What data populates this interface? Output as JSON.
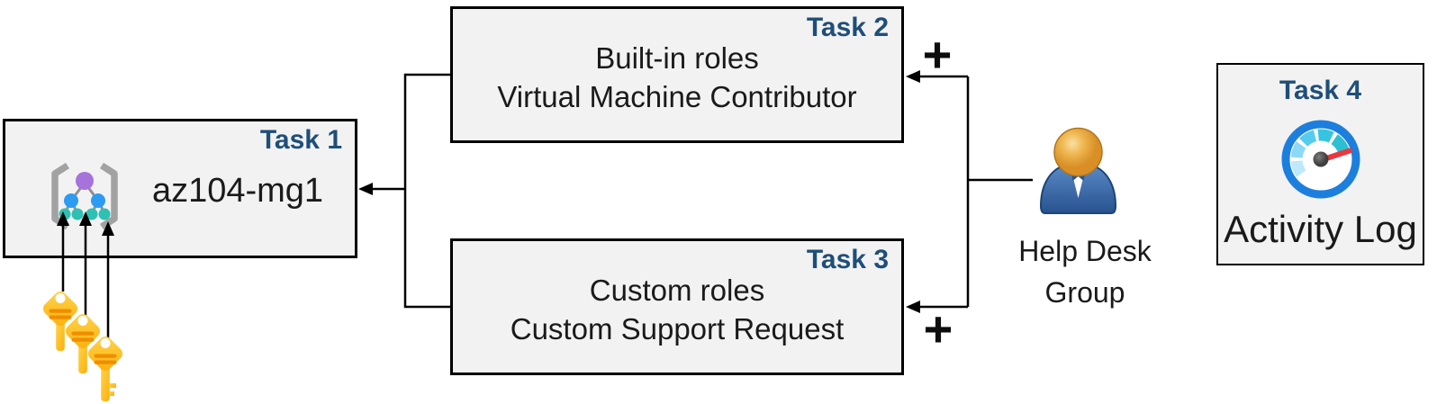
{
  "boxes": {
    "task1": {
      "badge": "Task 1",
      "label": "az104-mg1",
      "icon": "management-group-icon"
    },
    "task2": {
      "badge": "Task 2",
      "line1": "Built-in roles",
      "line2": "Virtual Machine Contributor"
    },
    "task3": {
      "badge": "Task 3",
      "line1": "Custom roles",
      "line2": "Custom Support Request"
    },
    "task4": {
      "badge": "Task 4",
      "label": "Activity Log",
      "icon": "activity-log-gauge-icon"
    }
  },
  "actor": {
    "line1": "Help Desk",
    "line2": "Group",
    "icon": "user-icon"
  },
  "symbols": {
    "plus_task2": "+",
    "plus_task3": "+"
  },
  "decorations": {
    "keys_icon": "keys-icon",
    "key_count": 3
  },
  "colors": {
    "background": "#FFFFFF",
    "box_fill": "#F2F2F2",
    "box_border": "#000000",
    "badge_text": "#1F4E79",
    "body_text": "#1A1A1A",
    "connector": "#000000",
    "key_gold": "#FFC21E",
    "key_stripe": "#EF8E00",
    "mg_purple": "#A573DB",
    "mg_blue": "#2E9BF2",
    "mg_teal": "#2EC0B2",
    "mg_bracket": "#A2A2A2",
    "user_head": "#E3A33A",
    "user_body": "#2F5E9E",
    "gauge_ring": "#1C7FDE",
    "gauge_needle": "#E8393F",
    "gauge_segments": [
      "#BDE9FB",
      "#8BD9F7",
      "#55CCEE",
      "#35C5E0",
      "#2CBFD1"
    ]
  }
}
